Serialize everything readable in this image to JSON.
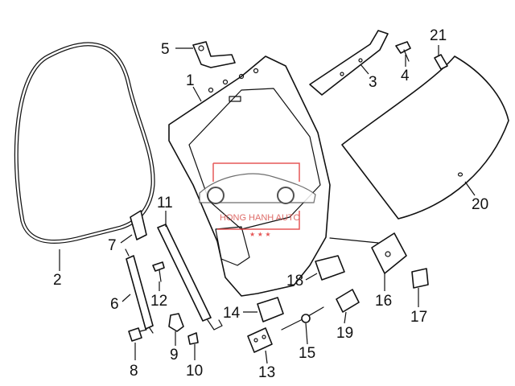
{
  "watermark": {
    "brand_text": "HONG HANH AUTO",
    "accent_color": "#e23a3a"
  },
  "callouts": {
    "c1": "1",
    "c2": "2",
    "c3": "3",
    "c4": "4",
    "c5": "5",
    "c6": "6",
    "c7": "7",
    "c8": "8",
    "c9": "9",
    "c10": "10",
    "c11": "11",
    "c12": "12",
    "c13": "13",
    "c14": "14",
    "c15": "15",
    "c16": "16",
    "c17": "17",
    "c18": "18",
    "c19": "19",
    "c20": "20",
    "c21": "21"
  }
}
